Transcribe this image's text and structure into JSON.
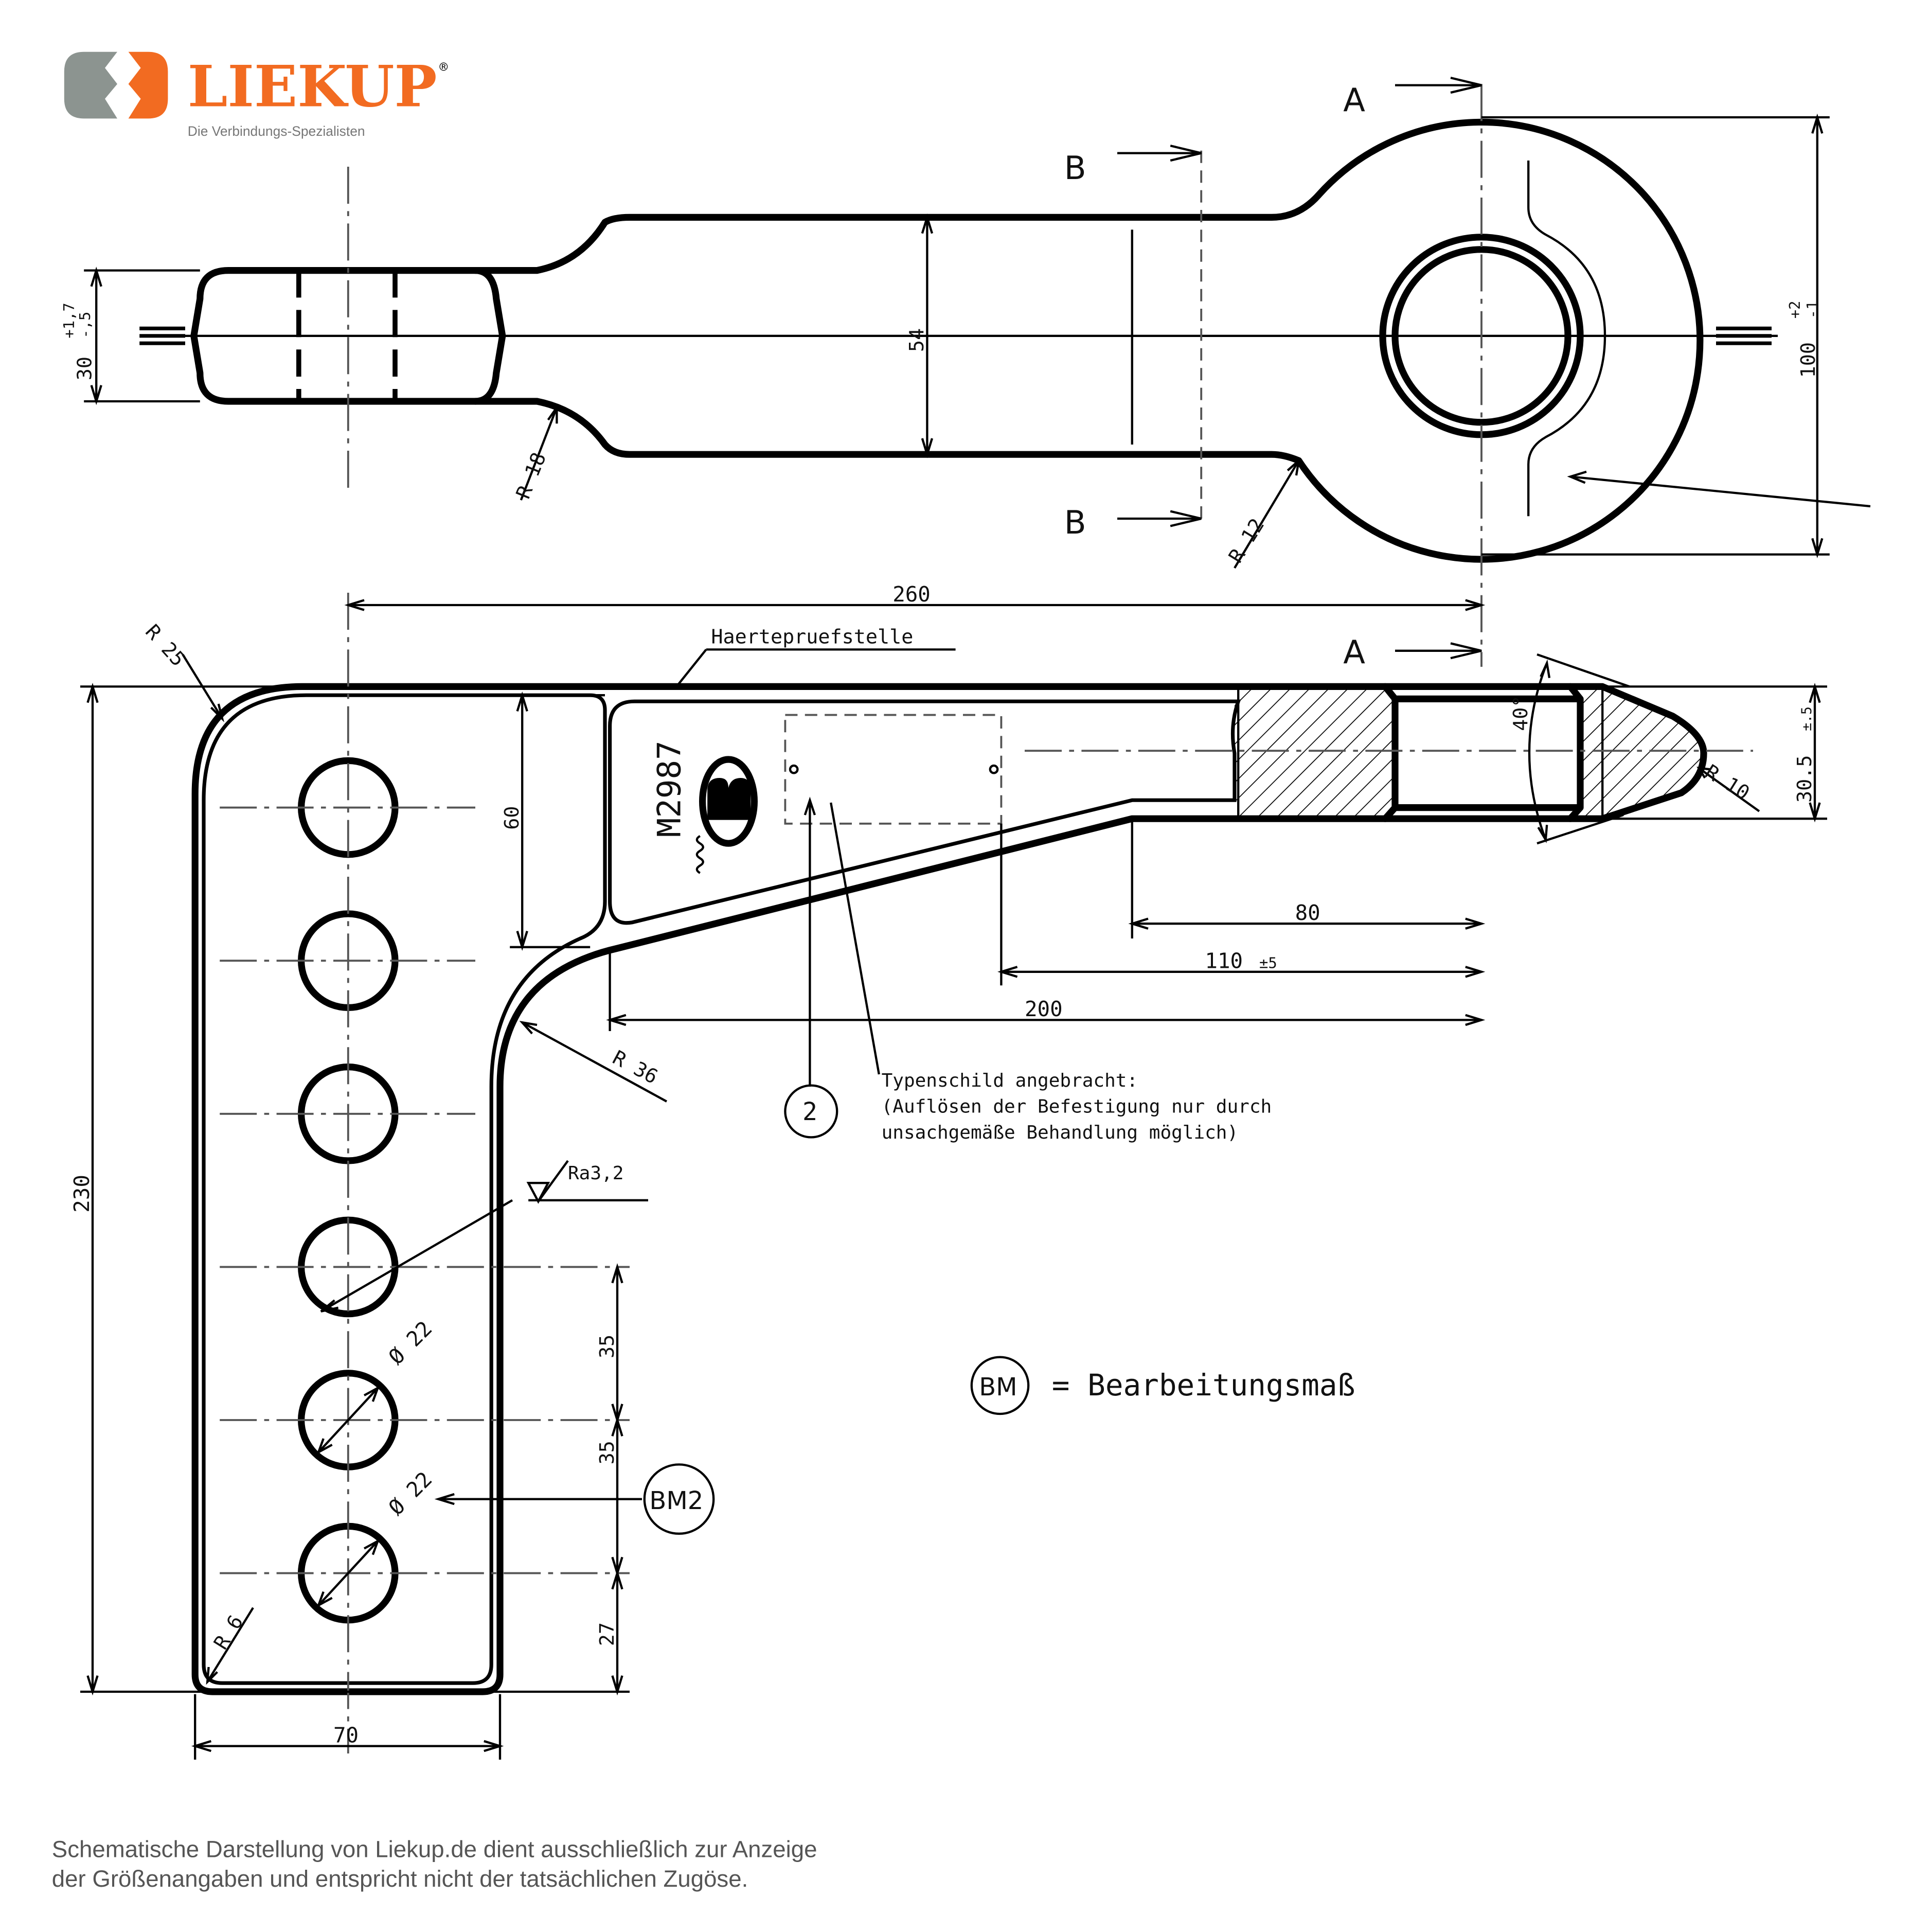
{
  "brand": {
    "name": "LIEKUP",
    "registered_mark": "®",
    "tagline": "Die Verbindungs-Spezialisten",
    "colors": {
      "orange": "#F26B21",
      "grey": "#8C9490"
    }
  },
  "top_view": {
    "section_a": "A",
    "section_b": "B",
    "dim_thickness": "30",
    "tol_thickness_upper": "+1,7",
    "tol_thickness_lower": "-,5",
    "dim_shank": "54",
    "dim_eye": "100",
    "tol_eye_upper": "+2",
    "tol_eye_lower": "-1",
    "radius_r18": "R 18",
    "radius_r12": "R 12"
  },
  "side_view": {
    "section_a": "A",
    "dim_overall_length": "260",
    "hardness_test_point": "Haertepruefstelle",
    "part_marking": "M2987",
    "radius_r25": "R 25",
    "radius_r36": "R 36",
    "radius_r10": "R 10",
    "radius_r6": "R 6",
    "dim_60": "60",
    "dim_230": "230",
    "dim_30_5": "30.5",
    "tol_30_5": "±.5",
    "angle_40": "40°",
    "dim_80": "80",
    "dim_110": "110",
    "tol_110": "±5",
    "dim_200": "200",
    "dim_70": "70",
    "dim_35_a": "35",
    "dim_35_b": "35",
    "dim_27": "27",
    "hole_dia_a": "Ø 22",
    "hole_dia_b": "Ø 22",
    "roughness": "Ra3,2",
    "bm_callout": "BM2",
    "item_balloon": "2"
  },
  "notes": {
    "typenschild_line1": "Typenschild angebracht:",
    "typenschild_line2": "(Auflösen der Befestigung nur durch",
    "typenschild_line3": "unsachgemäße Behandlung möglich)",
    "bm_legend_symbol": "BM",
    "bm_legend_text": "= Bearbeitungsmaß"
  },
  "disclaimer": {
    "line1": "Schematische Darstellung von Liekup.de dient ausschließlich zur Anzeige",
    "line2": "der Größenangaben und entspricht nicht der tatsächlichen Zugöse."
  }
}
